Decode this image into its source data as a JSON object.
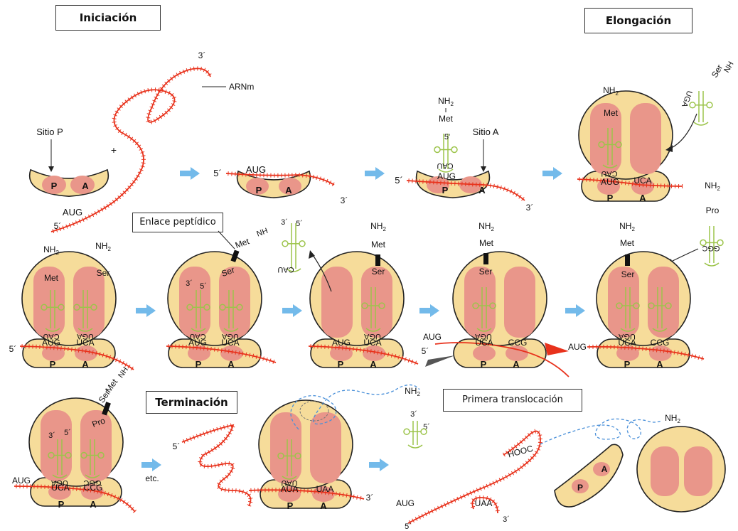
{
  "stages": {
    "initiation": "Iniciación",
    "elongation": "Elongación",
    "termination": "Terminación",
    "peptide_bond": "Enlace peptídico",
    "first_translocation": "Primera translocación"
  },
  "labels": {
    "mrna": "ARNm",
    "p_site": "Sitio P",
    "a_site": "Sitio A",
    "P": "P",
    "A": "A",
    "three_prime": "3´",
    "five_prime": "5´",
    "five_prime_plain": "5'",
    "plus": "+",
    "etc": "etc.",
    "hooc": "HOOC",
    "nh2": "NH",
    "nh2_sub": "2"
  },
  "amino_acids": {
    "met": "Met",
    "ser": "Ser",
    "pro": "Pro"
  },
  "codons": {
    "aug": "AUG",
    "uca": "UCA",
    "ccg": "CCG",
    "uaa": "UAA",
    "aua": "AUA"
  },
  "anticodons": {
    "cau": "CAU",
    "uga": "UGA",
    "ggc": "GGC",
    "uau": "UAU"
  },
  "colors": {
    "subunit_fill": "#f6dc9a",
    "site_fill": "#e9968a",
    "outline": "#222222",
    "mrna": "#e8321c",
    "trna": "#9cc44a",
    "peptide": "#4a90d9",
    "arrow": "#5aaee6"
  }
}
